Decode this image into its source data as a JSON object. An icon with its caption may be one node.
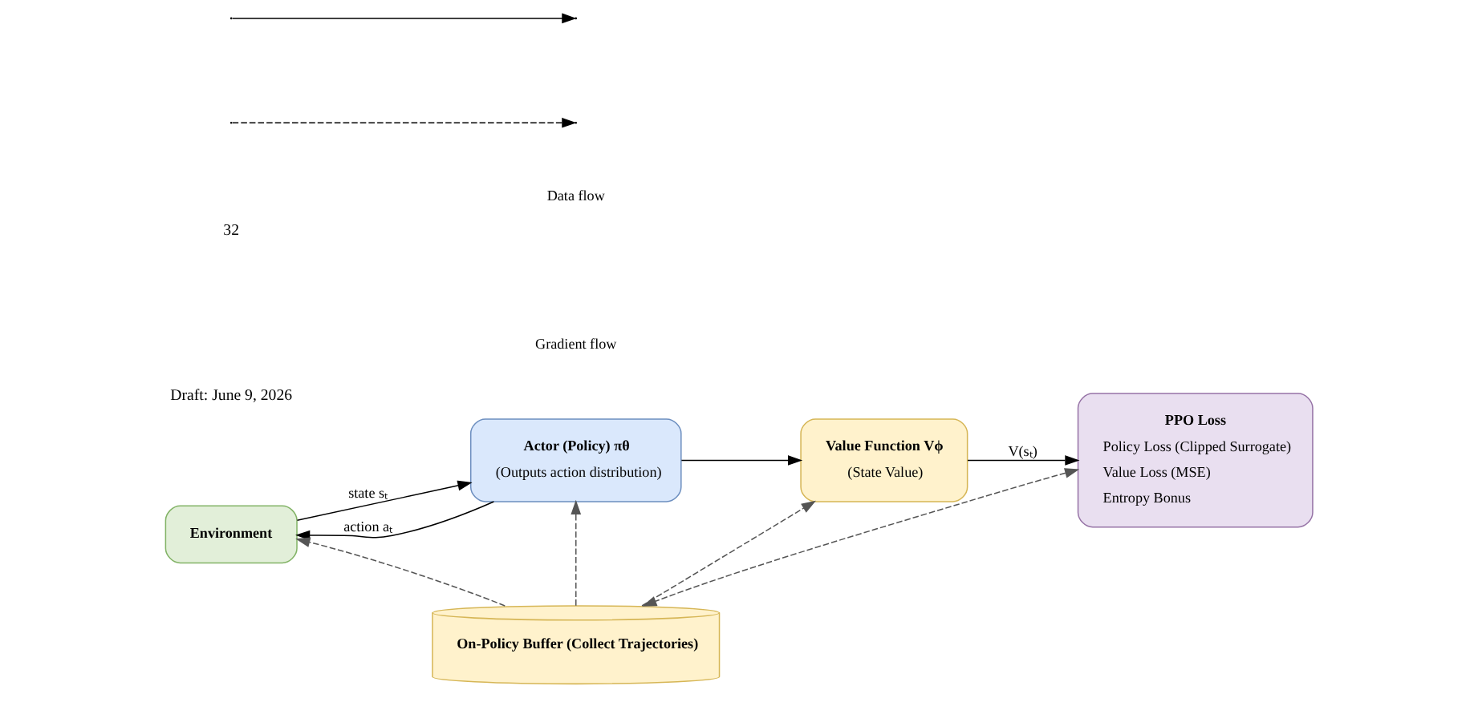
{
  "diagram": {
    "nodes": [
      {
        "text": [
          "Environment"
        ]
      },
      {
        "text": [
          "Actor (Policy) πθ",
          "(Outputs action distribution)"
        ]
      },
      {
        "text": [
          "Value Function Vϕ",
          "(State Value)"
        ]
      },
      {
        "text": [
          "PPO Loss",
          "Policy Loss (Clipped Surrogate)",
          "Value Loss (MSE)",
          "Entropy Bonus"
        ]
      },
      {
        "text": [
          "On-Policy Buffer (Collect Trajectories)"
        ]
      }
    ],
    "edges": [
      {
        "from": 0,
        "to": 1,
        "arrow": "to",
        "label": "state sₜ"
      },
      {
        "from": 1,
        "to": 0,
        "arrow": "to",
        "label": "action aₜ"
      },
      {
        "from": 1,
        "to": 2,
        "arrow": "to"
      },
      {
        "from": 2,
        "to": 3,
        "arrow": "to",
        "label": "V(sₜ)"
      },
      {
        "from": 4,
        "to": 0,
        "arrow": "to",
        "style": "dashed"
      },
      {
        "from": 4,
        "to": 1,
        "arrow": "to",
        "style": "dashed"
      },
      {
        "from": 4,
        "to": 2,
        "arrow": "to",
        "style": "dashed"
      },
      {
        "from": 3,
        "to": 4,
        "arrow": "both",
        "style": "dashed"
      }
    ],
    "labels": [
      "Draft: June 9, 2026",
      "32"
    ],
    "legend": [
      {
        "text": "Data flow"
      },
      {
        "text": "Gradient flow"
      }
    ]
  }
}
